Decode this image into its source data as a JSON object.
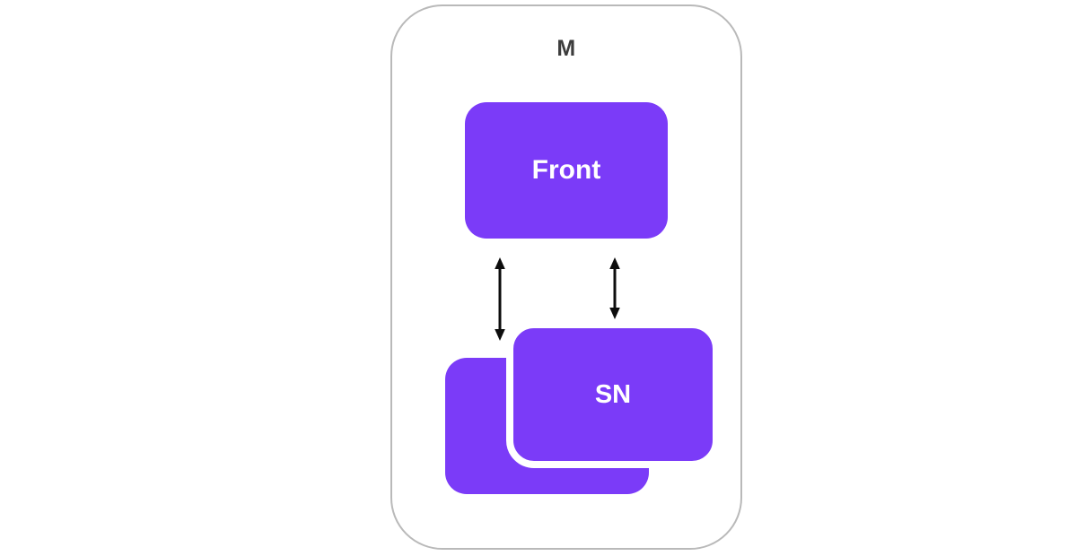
{
  "colors": {
    "node_fill": "#7b3bf8",
    "node_text": "#ffffff",
    "container_border": "#b9b9b9",
    "container_fill": "#ffffff",
    "title_color": "#3d3d3d",
    "arrow_color": "#0d0d0d",
    "canvas_bg": "#ffffff"
  },
  "diagram": {
    "title": "M",
    "nodes": [
      {
        "id": "front",
        "label": "Front",
        "shape": "rounded-rect"
      },
      {
        "id": "sn",
        "label": "SN",
        "shape": "rounded-rect-stacked-front"
      },
      {
        "id": "sn-back",
        "label": "",
        "shape": "rounded-rect-stacked-back"
      }
    ],
    "edges": [
      {
        "from": "front",
        "to": "sn",
        "style": "double-headed-vertical-arrow",
        "position": "left"
      },
      {
        "from": "front",
        "to": "sn",
        "style": "double-headed-vertical-arrow",
        "position": "right"
      }
    ]
  }
}
